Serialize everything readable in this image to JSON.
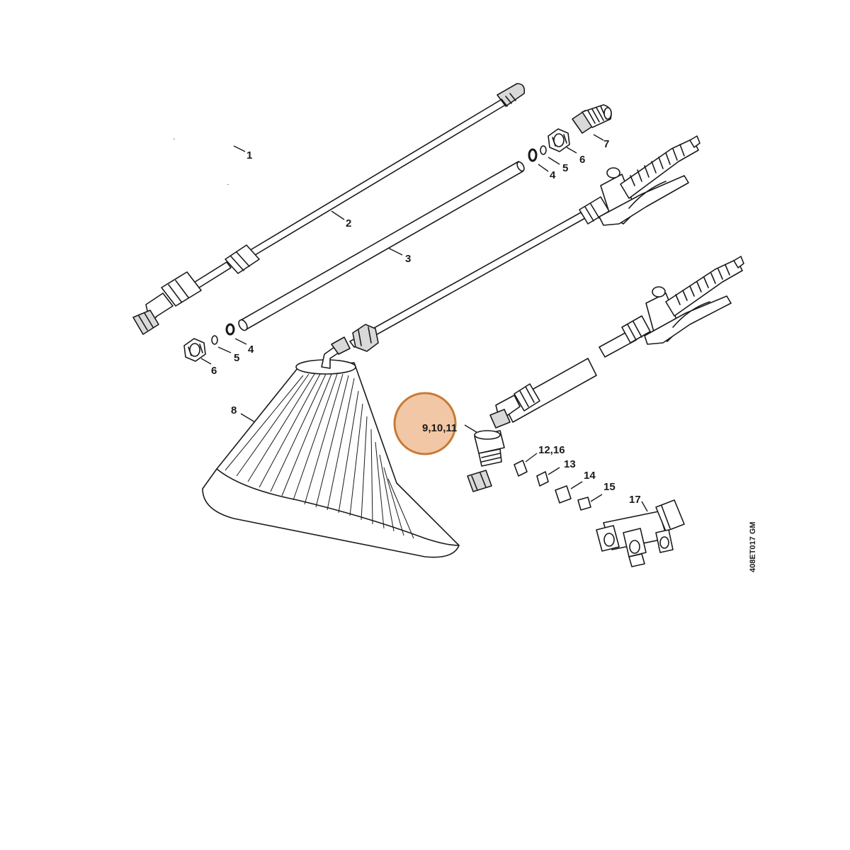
{
  "callouts": {
    "c1": "1",
    "c2": "2",
    "c3": "3",
    "c4a": "4",
    "c4b": "4",
    "c5a": "5",
    "c5b": "5",
    "c6a": "6",
    "c6b": "6",
    "c7": "7",
    "c8": "8",
    "c9_10_11": "9,10,11",
    "c12_16": "12,16",
    "c13": "13",
    "c14": "14",
    "c15": "15",
    "c17": "17"
  },
  "drawing_code": "408ET017 GM",
  "highlight": {
    "fill": "#f2c7a5",
    "stroke": "#c87a35"
  }
}
